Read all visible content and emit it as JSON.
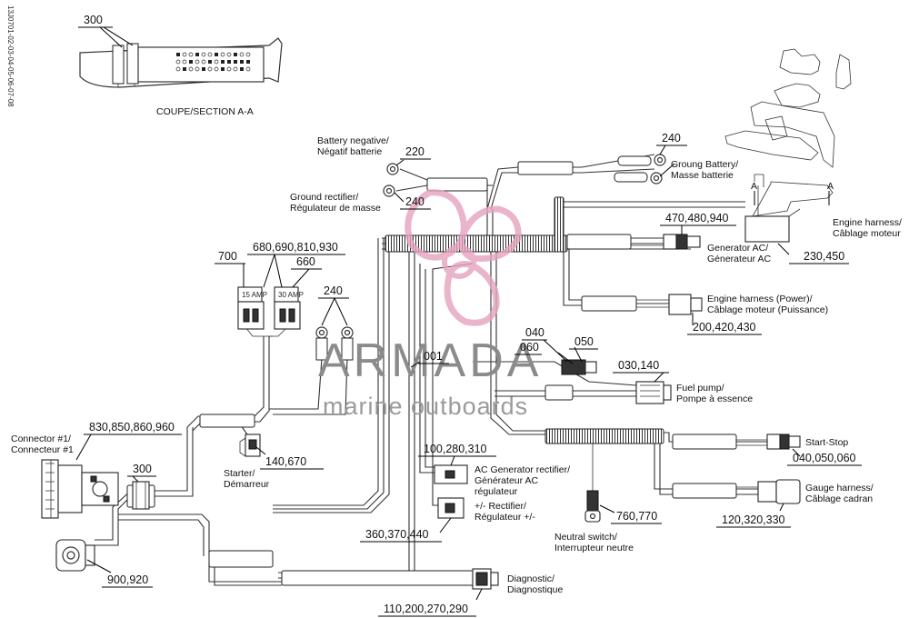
{
  "doc": {
    "side_code": "13J0701-02-03-04-05-06-07-08",
    "section_caption": "COUPE/SECTION A-A",
    "section_marker": "A",
    "fuse_labels": [
      "15 AMP",
      "30 AMP"
    ]
  },
  "watermark": {
    "brand": "ARMADA",
    "tagline": "marine outboards"
  },
  "callouts": [
    {
      "id": "c300-top",
      "text": "300"
    },
    {
      "id": "c220",
      "text": "220"
    },
    {
      "id": "c240-ground",
      "text": "240"
    },
    {
      "id": "c240-battery",
      "text": "240"
    },
    {
      "id": "c470",
      "text": "470,480,940"
    },
    {
      "id": "c230",
      "text": "230,450"
    },
    {
      "id": "c200",
      "text": "200,420,430"
    },
    {
      "id": "c700",
      "text": "700"
    },
    {
      "id": "c680",
      "text": "680,690,810,930"
    },
    {
      "id": "c660",
      "text": "660"
    },
    {
      "id": "c240-ring",
      "text": "240"
    },
    {
      "id": "c040",
      "text": "040"
    },
    {
      "id": "c060",
      "text": "060"
    },
    {
      "id": "c050",
      "text": "050"
    },
    {
      "id": "c030",
      "text": "030,140"
    },
    {
      "id": "c001",
      "text": "001"
    },
    {
      "id": "c830",
      "text": "830,850,860,960"
    },
    {
      "id": "c300-mid",
      "text": "300"
    },
    {
      "id": "c140",
      "text": "140,670"
    },
    {
      "id": "c100",
      "text": "100,280,310"
    },
    {
      "id": "c360",
      "text": "360,370,440"
    },
    {
      "id": "c760",
      "text": "760,770"
    },
    {
      "id": "c040b",
      "text": "040,050,060"
    },
    {
      "id": "c120",
      "text": "120,320,330"
    },
    {
      "id": "c900",
      "text": "900,920"
    },
    {
      "id": "c110",
      "text": "110,200,270,290"
    }
  ],
  "labels": [
    {
      "id": "battery-negative",
      "lines": [
        "Battery negative/",
        "Négatif batterie"
      ]
    },
    {
      "id": "ground-rectifier",
      "lines": [
        "Ground rectifier/",
        "Régulateur de masse"
      ]
    },
    {
      "id": "ground-battery",
      "lines": [
        "Groung Battery/",
        "Masse batterie"
      ]
    },
    {
      "id": "engine-harness",
      "lines": [
        "Engine harness/",
        "Câblage moteur"
      ]
    },
    {
      "id": "generator-ac",
      "lines": [
        "Generator AC/",
        "Génerateur AC"
      ]
    },
    {
      "id": "engine-harness-power",
      "lines": [
        "Engine harness (Power)/",
        "Câblage moteur (Puissance)"
      ]
    },
    {
      "id": "fuel-pump",
      "lines": [
        "Fuel pump/",
        "Pompe à essence"
      ]
    },
    {
      "id": "connector-1",
      "lines": [
        "Connector #1/",
        "Connecteur #1"
      ]
    },
    {
      "id": "starter",
      "lines": [
        "Starter/",
        "Démarreur"
      ]
    },
    {
      "id": "ac-gen-rectifier",
      "lines": [
        "AC Generator rectifier/",
        "Générateur AC",
        "régulateur"
      ]
    },
    {
      "id": "rectifier",
      "lines": [
        "+/- Rectifier/",
        "Régulateur +/-"
      ]
    },
    {
      "id": "start-stop",
      "lines": [
        "Start-Stop"
      ]
    },
    {
      "id": "gauge-harness",
      "lines": [
        "Gauge harness/",
        "Câblage cadran"
      ]
    },
    {
      "id": "neutral-switch",
      "lines": [
        "Neutral switch/",
        "Interrupteur neutre"
      ]
    },
    {
      "id": "diagnostic",
      "lines": [
        "Diagnostic/",
        "Diagnostique"
      ]
    }
  ],
  "colors": {
    "line": "#333333",
    "watermark_pink": "#e6a2bf",
    "watermark_gray": "#8b8b8b"
  }
}
